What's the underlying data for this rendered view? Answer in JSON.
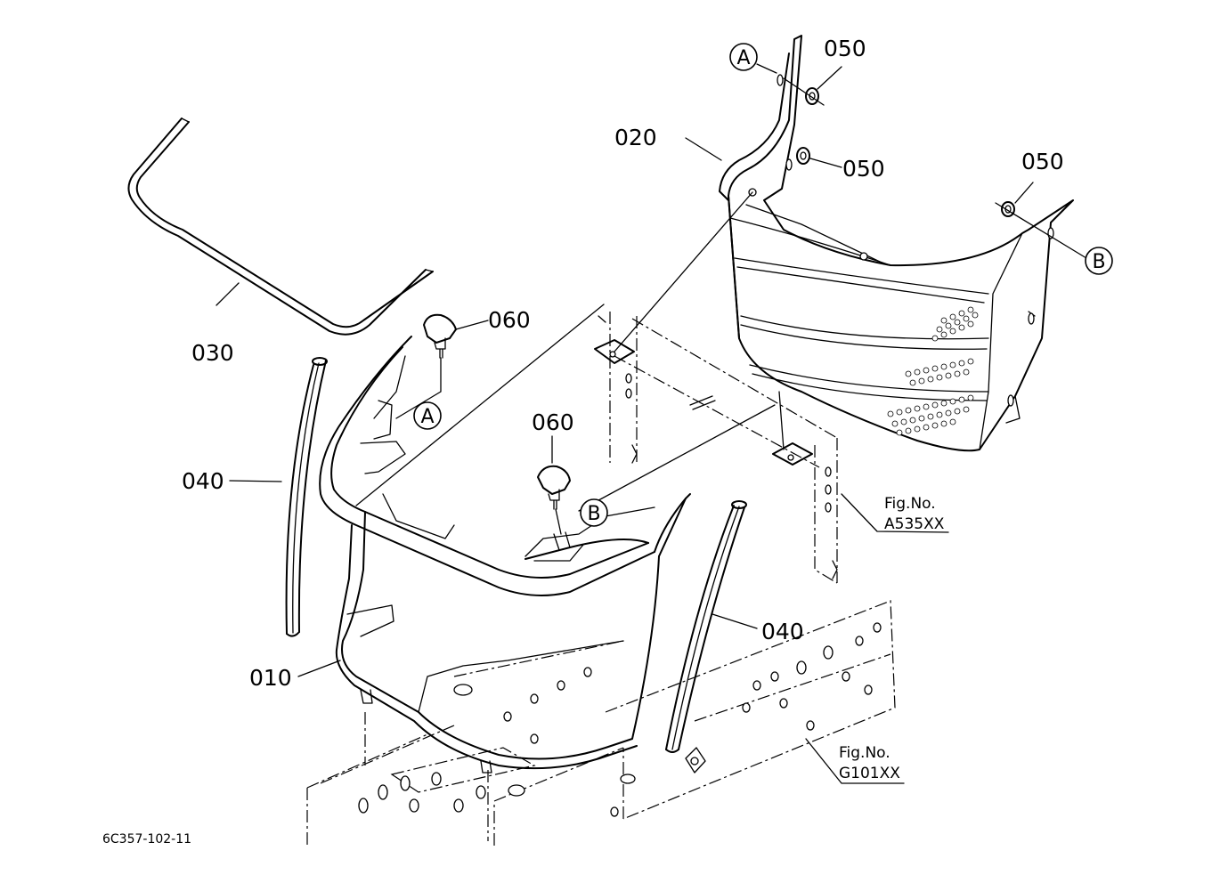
{
  "drawing_code": "6C357-102-11",
  "part_labels": {
    "p010": "010",
    "p020": "020",
    "p030": "030",
    "p040_left": "040",
    "p040_right": "040",
    "p050_top": "050",
    "p050_mid": "050",
    "p050_right": "050",
    "p060_top": "060",
    "p060_mid": "060"
  },
  "reference_markers": {
    "a_top": "A",
    "a_mid": "A",
    "b_mid": "B",
    "b_right": "B"
  },
  "fig_refs": {
    "a535": {
      "title": "Fig.No.",
      "number": "A535XX"
    },
    "g101": {
      "title": "Fig.No.",
      "number": "G101XX"
    }
  }
}
